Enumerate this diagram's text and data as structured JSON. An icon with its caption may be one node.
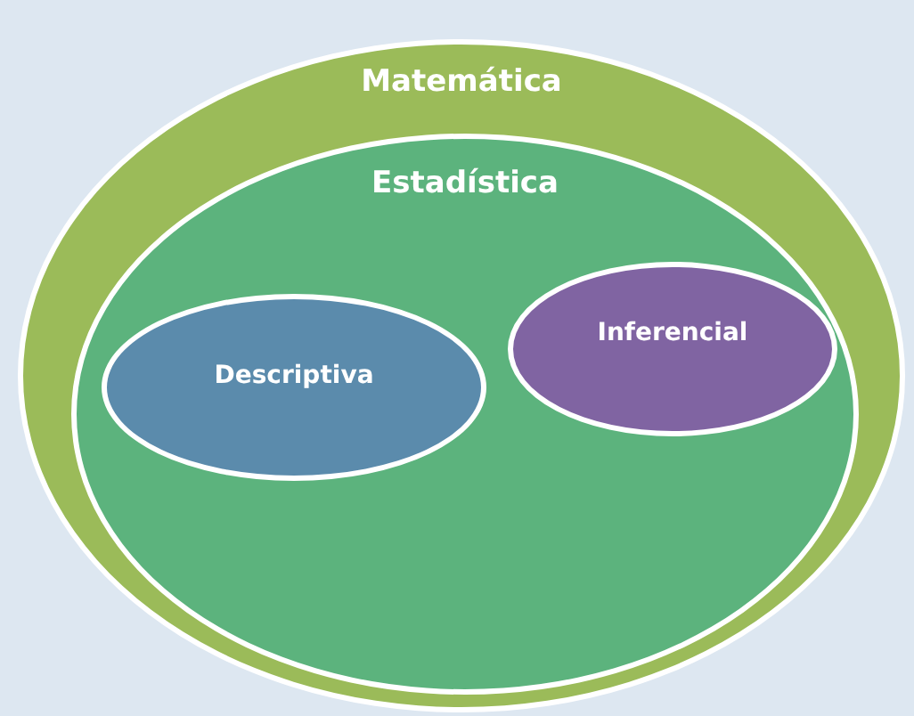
{
  "diagram": {
    "nodes": [
      {
        "text": [
          "Matemática"
        ]
      },
      {
        "text": [
          "Estadística"
        ],
        "in": 0
      },
      {
        "text": [
          "Descriptiva"
        ],
        "in": 1
      },
      {
        "text": [
          "Inferencial"
        ],
        "in": 1
      }
    ]
  }
}
